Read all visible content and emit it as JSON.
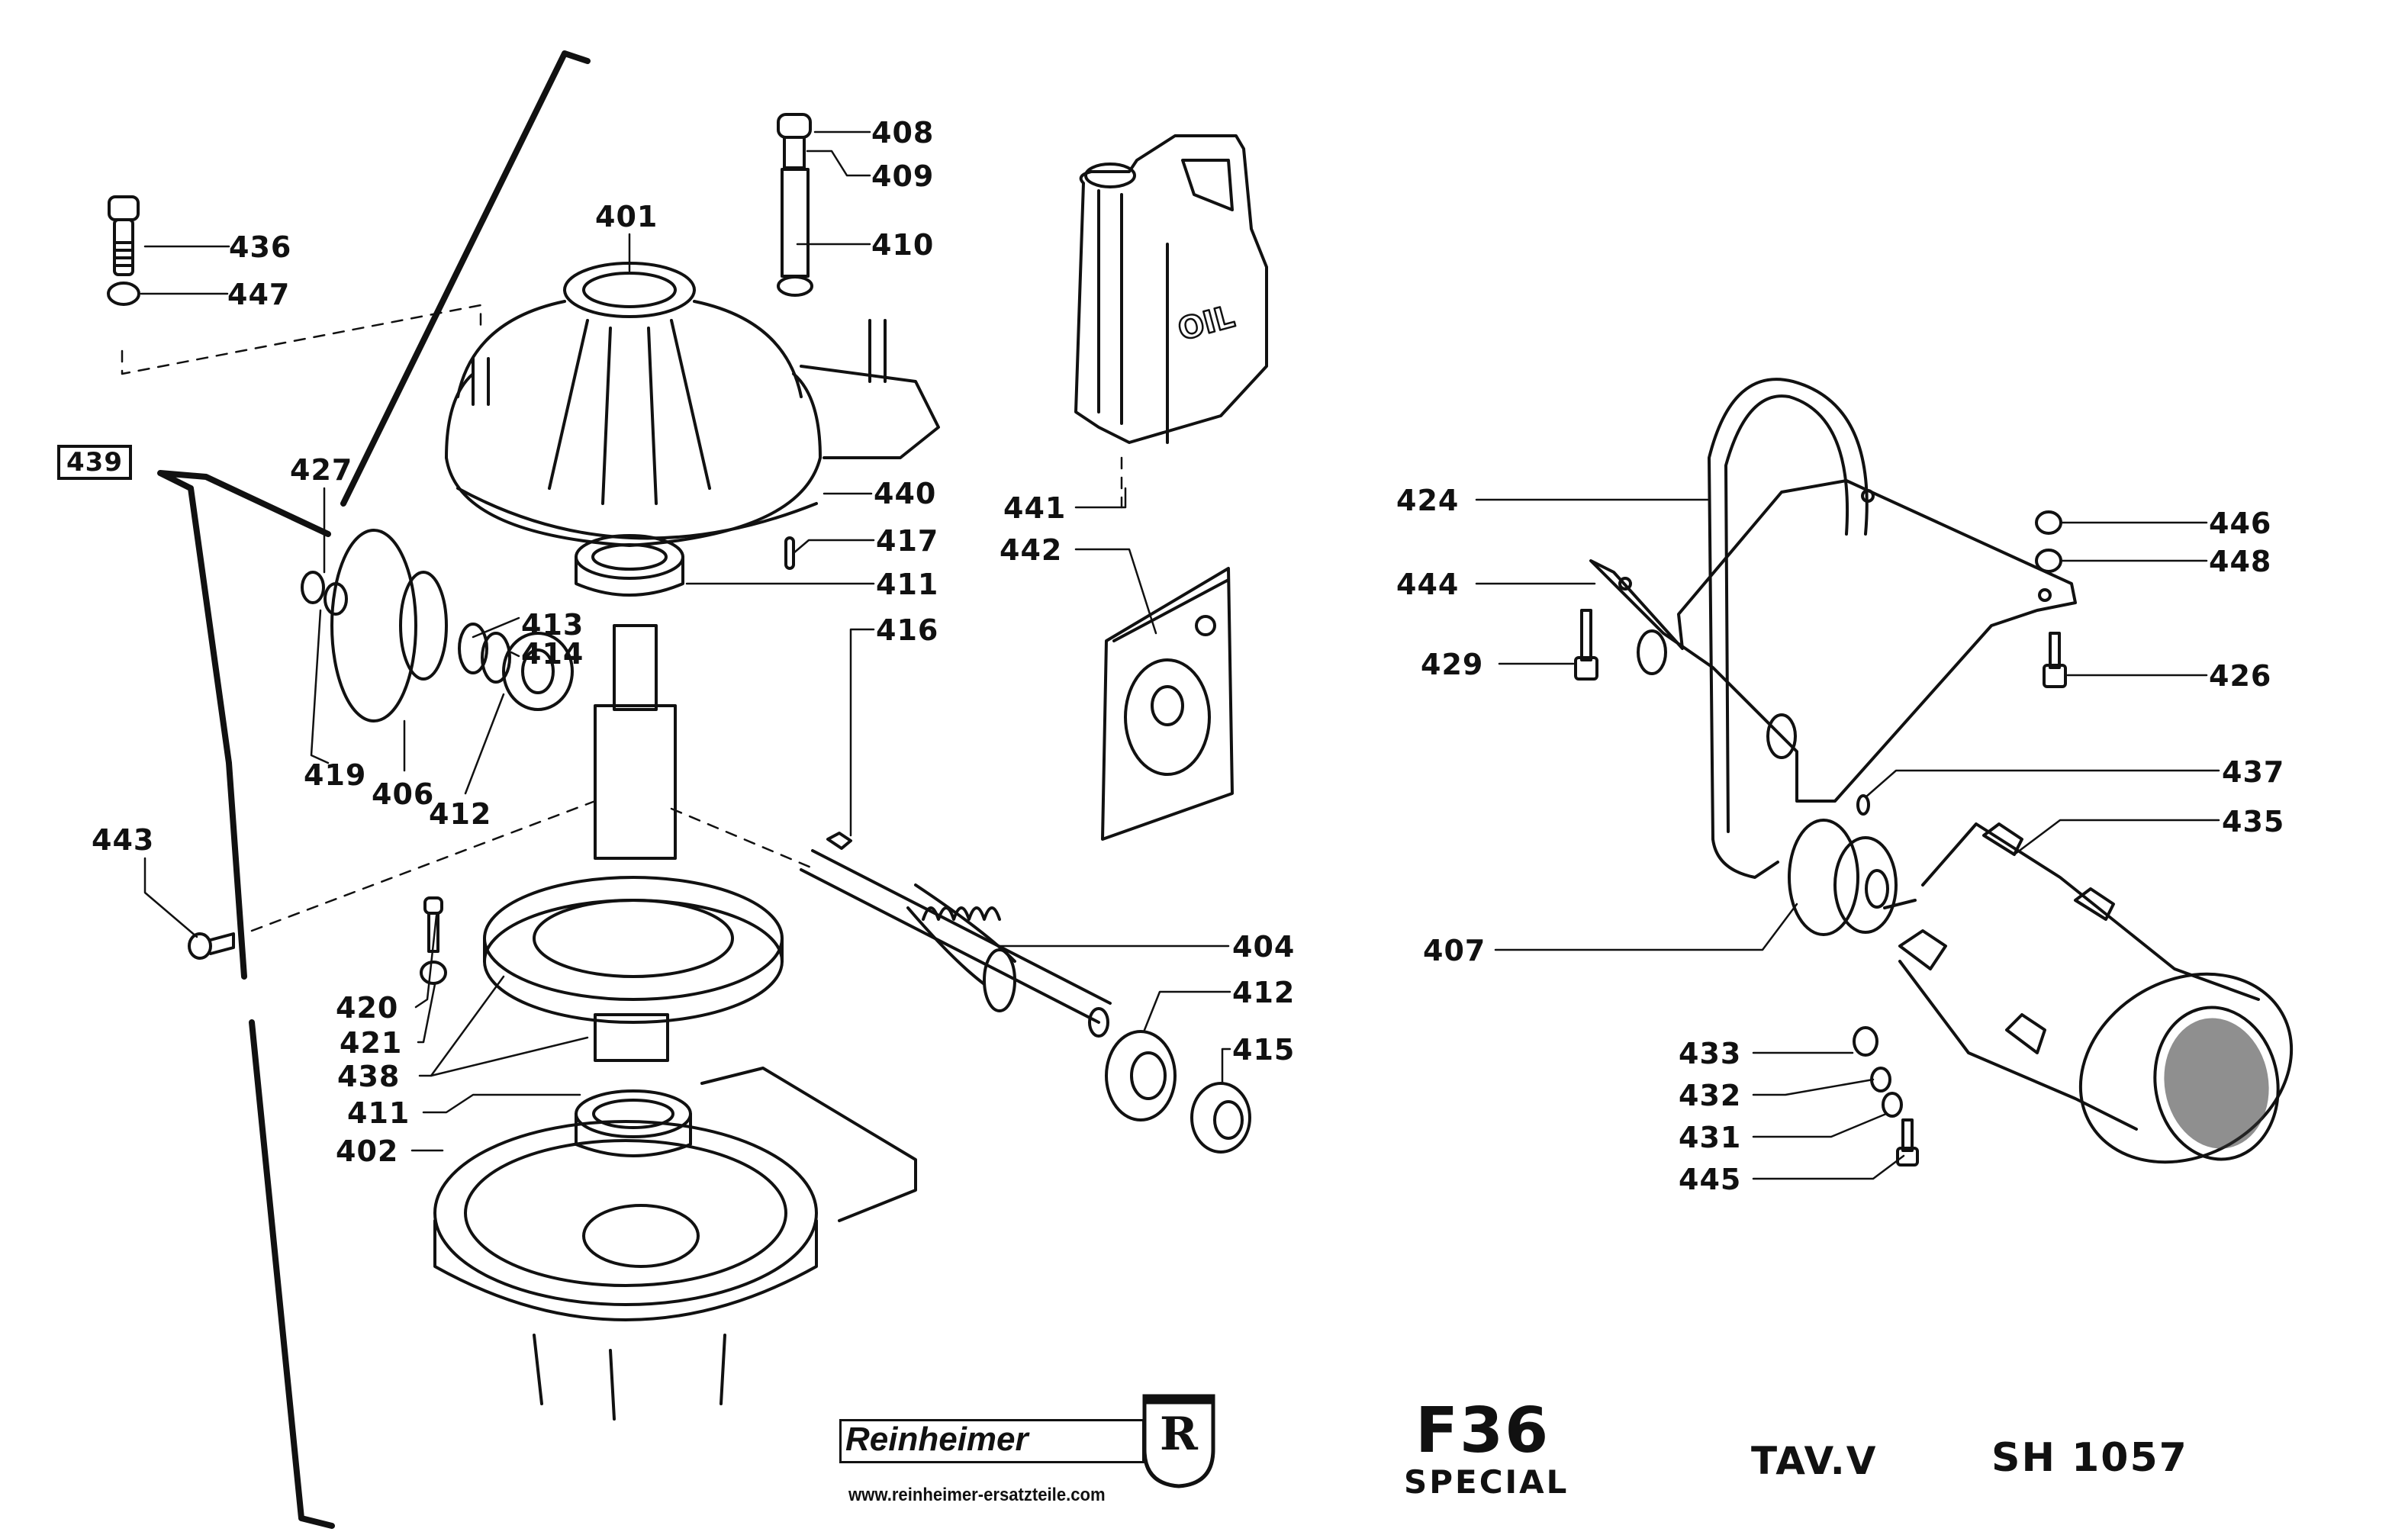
{
  "document": {
    "type": "exploded parts diagram",
    "subject": "gearbox and motor assembly"
  },
  "part_labels": {
    "p401": "401",
    "p402": "402",
    "p404": "404",
    "p406": "406",
    "p407": "407",
    "p408": "408",
    "p409": "409",
    "p410": "410",
    "p411_top": "411",
    "p411_bottom": "411",
    "p412_left": "412",
    "p412_right": "412",
    "p413": "413",
    "p414": "414",
    "p415": "415",
    "p416": "416",
    "p417": "417",
    "p419": "419",
    "p420": "420",
    "p421": "421",
    "p424": "424",
    "p426": "426",
    "p427": "427",
    "p429": "429",
    "p431": "431",
    "p432": "432",
    "p433": "433",
    "p435": "435",
    "p436": "436",
    "p437": "437",
    "p438": "438",
    "p439": "439",
    "p440": "440",
    "p441": "441",
    "p442": "442",
    "p443": "443",
    "p444": "444",
    "p445": "445",
    "p446": "446",
    "p447": "447",
    "p448": "448"
  },
  "illustration_text": {
    "oil_can": "OIL"
  },
  "footer": {
    "brand": "Reinheimer",
    "brand_emblem": "R",
    "website": "www.reinheimer-ersatzteile.com",
    "model": "F36",
    "model_variant": "SPECIAL",
    "table": "TAV.V",
    "sheet": "SH 1057"
  }
}
